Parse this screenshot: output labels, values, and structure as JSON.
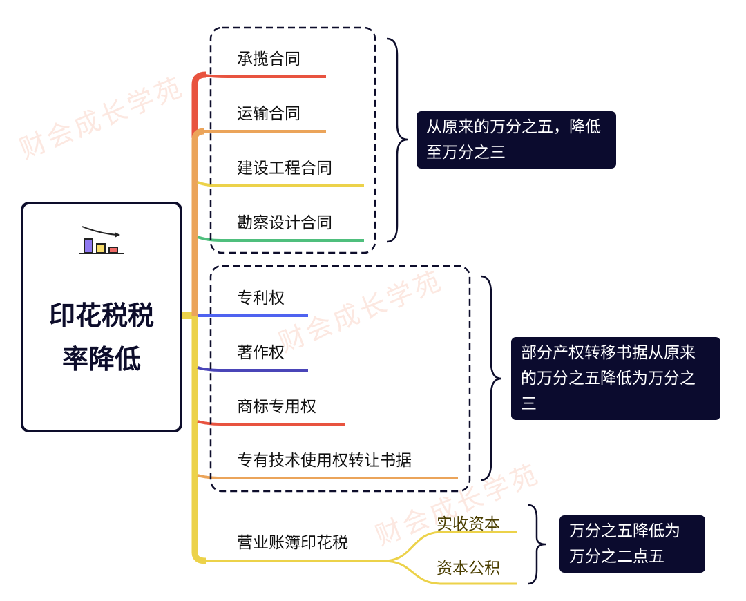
{
  "root": {
    "title": "印花税税率降低",
    "icon": "bar-chart-decrease-icon"
  },
  "groups": [
    {
      "items": [
        "承揽合同",
        "运输合同",
        "建设工程合同",
        "勘察设计合同"
      ],
      "note": "从原来的万分之五，降低至万分之三"
    },
    {
      "items": [
        "专利权",
        "著作权",
        "商标专用权",
        "专有技术使用权转让书据"
      ],
      "note": "部分产权转移书据从原来的万分之五降低为万分之三"
    },
    {
      "items": [
        "营业账簿印花税"
      ],
      "subitems": [
        "实收资本",
        "资本公积"
      ],
      "note": "万分之五降低为万分之二点五"
    }
  ],
  "watermark": "财会成长学苑",
  "colors": {
    "red": "#e8533f",
    "orange": "#eba45a",
    "yellow": "#ecd24a",
    "green": "#4fbf7d",
    "blue": "#4f63f0",
    "indigo": "#4a45b8",
    "dark": "#0d0d2b"
  }
}
